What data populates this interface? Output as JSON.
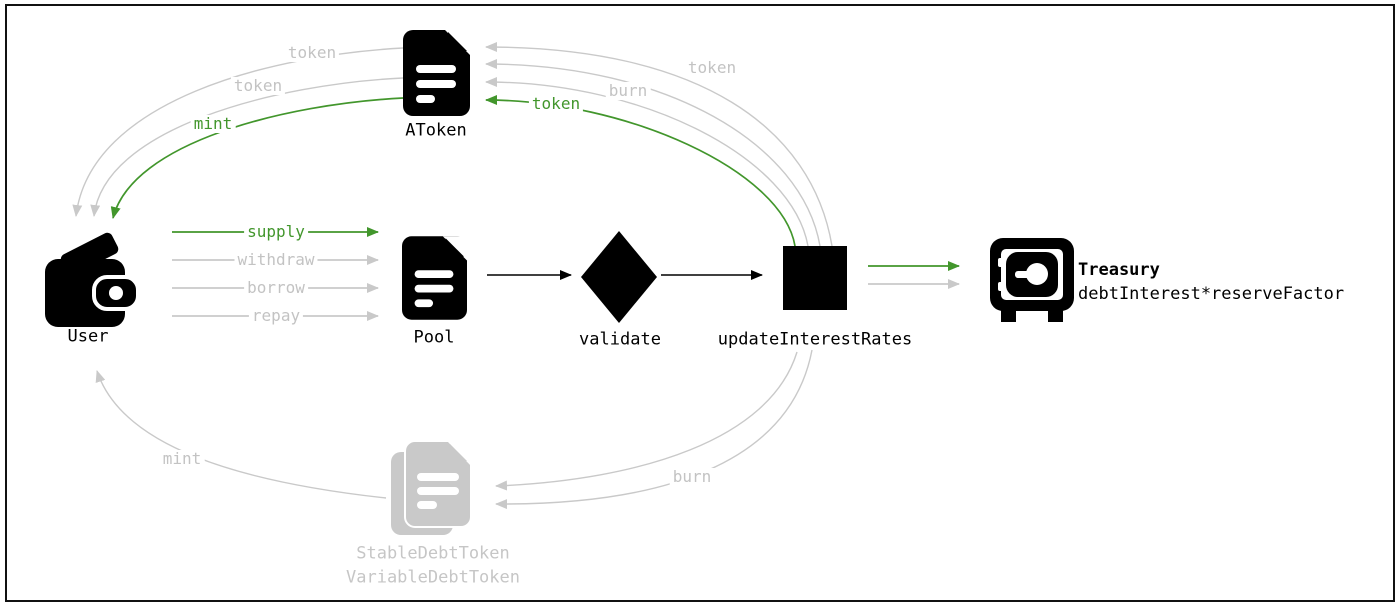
{
  "diagram": {
    "nodes": {
      "atoken": {
        "label": "AToken",
        "icon": "document-icon"
      },
      "user": {
        "label": "User",
        "icon": "wallet-icon"
      },
      "pool": {
        "label": "Pool",
        "icon": "document-icon"
      },
      "validate": {
        "label": "validate",
        "icon": "diamond-shape"
      },
      "update_interest_rates": {
        "label": "updateInterestRates",
        "icon": "square-shape"
      },
      "treasury": {
        "label": "Treasury",
        "formula": "debtInterest*reserveFactor",
        "icon": "safe-icon"
      },
      "debt_tokens": {
        "label_stable": "StableDebtToken",
        "label_variable": "VariableDebtToken",
        "icon": "stacked-documents-icon"
      }
    },
    "edges": {
      "user_to_pool": [
        {
          "label": "supply",
          "color": "#42962c"
        },
        {
          "label": "withdraw",
          "color": "#c9c9c9"
        },
        {
          "label": "borrow",
          "color": "#c9c9c9"
        },
        {
          "label": "repay",
          "color": "#c9c9c9"
        }
      ],
      "pool_to_validate": {
        "label": "",
        "color": "#000000"
      },
      "validate_to_update": {
        "label": "",
        "color": "#000000"
      },
      "update_to_treasury": [
        {
          "label": "",
          "color": "#42962c"
        },
        {
          "label": "",
          "color": "#c9c9c9"
        }
      ],
      "atoken_to_user": [
        {
          "label": "token",
          "color": "#c9c9c9"
        },
        {
          "label": "token",
          "color": "#c9c9c9"
        },
        {
          "label": "mint",
          "color": "#42962c"
        }
      ],
      "update_to_atoken": [
        {
          "label": "token",
          "color": "#c9c9c9"
        },
        {
          "label": "",
          "color": "#c9c9c9"
        },
        {
          "label": "burn",
          "color": "#c9c9c9"
        },
        {
          "label": "token",
          "color": "#42962c"
        }
      ],
      "update_to_debt_tokens": [
        {
          "label": "",
          "color": "#c9c9c9"
        },
        {
          "label": "burn",
          "color": "#c9c9c9"
        }
      ],
      "debt_tokens_to_user": [
        {
          "label": "mint",
          "color": "#c9c9c9"
        }
      ]
    },
    "colors": {
      "green": "#42962c",
      "gray": "#c9c9c9",
      "black": "#000000"
    }
  }
}
